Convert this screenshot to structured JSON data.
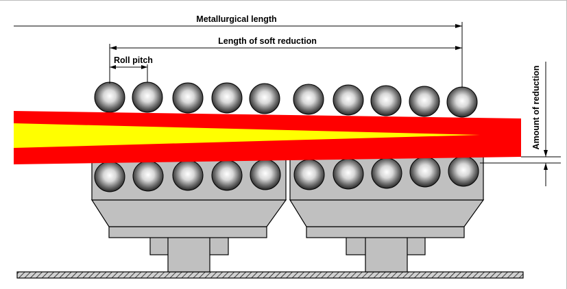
{
  "labels": {
    "metallurgical_length": "Metallurgical length",
    "soft_reduction_length": "Length of soft reduction",
    "roll_pitch": "Roll pitch",
    "amount_of_reduction": "Amount of reduction"
  },
  "rolls": {
    "top_count": 10,
    "bottom_count": 10
  },
  "segments": {
    "count": 2
  },
  "colors": {
    "strand_shell": "#ff0000",
    "liquid_core": "#ffff00",
    "segment_frame": "#c0c0c0",
    "roll_highlight": "#ffffff",
    "roll_shadow": "#111111",
    "outline": "#000000"
  }
}
